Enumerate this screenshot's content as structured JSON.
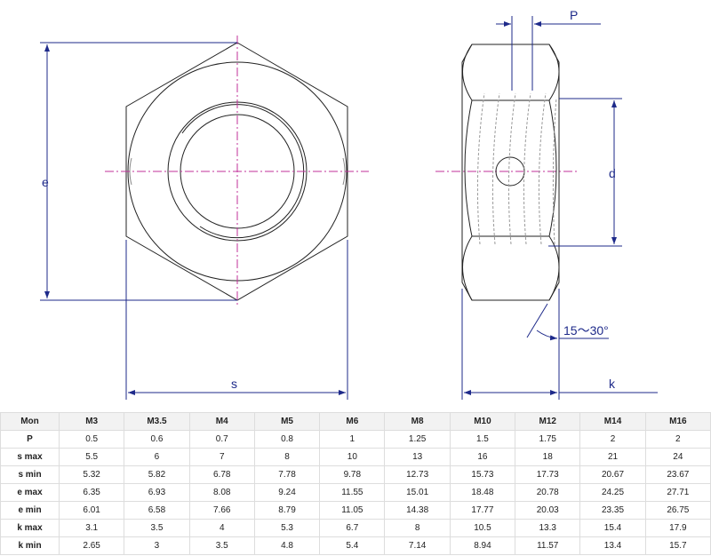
{
  "drawing": {
    "labels": {
      "e": "e",
      "s": "s",
      "p": "P",
      "d": "d",
      "k": "k",
      "angle": "15～30°"
    },
    "colors": {
      "line": "#222222",
      "dimension": "#1e2a8a",
      "centerline": "#c0309a"
    }
  },
  "table": {
    "headers": [
      "Mon",
      "M3",
      "M3.5",
      "M4",
      "M5",
      "M6",
      "M8",
      "M10",
      "M12",
      "M14",
      "M16"
    ],
    "rows": [
      [
        "P",
        "0.5",
        "0.6",
        "0.7",
        "0.8",
        "1",
        "1.25",
        "1.5",
        "1.75",
        "2",
        "2"
      ],
      [
        "s max",
        "5.5",
        "6",
        "7",
        "8",
        "10",
        "13",
        "16",
        "18",
        "21",
        "24"
      ],
      [
        "s min",
        "5.32",
        "5.82",
        "6.78",
        "7.78",
        "9.78",
        "12.73",
        "15.73",
        "17.73",
        "20.67",
        "23.67"
      ],
      [
        "e max",
        "6.35",
        "6.93",
        "8.08",
        "9.24",
        "11.55",
        "15.01",
        "18.48",
        "20.78",
        "24.25",
        "27.71"
      ],
      [
        "e min",
        "6.01",
        "6.58",
        "7.66",
        "8.79",
        "11.05",
        "14.38",
        "17.77",
        "20.03",
        "23.35",
        "26.75"
      ],
      [
        "k max",
        "3.1",
        "3.5",
        "4",
        "5.3",
        "6.7",
        "8",
        "10.5",
        "13.3",
        "15.4",
        "17.9"
      ],
      [
        "k min",
        "2.65",
        "3",
        "3.5",
        "4.8",
        "5.4",
        "7.14",
        "8.94",
        "11.57",
        "13.4",
        "15.7"
      ]
    ]
  }
}
